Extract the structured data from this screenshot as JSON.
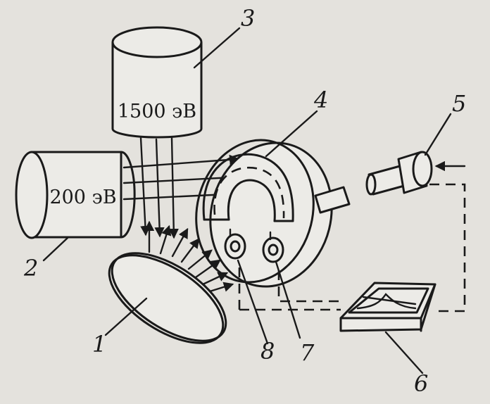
{
  "sources": {
    "high": {
      "energy_label": "1500 эВ"
    },
    "low": {
      "energy_label": "200 эВ"
    }
  },
  "labels": {
    "sample": "1",
    "low_energy_gun": "2",
    "high_energy_gun": "3",
    "analyzer": "4",
    "ion_gun": "5",
    "display": "6",
    "detector_7": "7",
    "detector_8": "8"
  },
  "colors": {
    "ink": "#1a1a1a",
    "paper": "#e4e2dd"
  }
}
